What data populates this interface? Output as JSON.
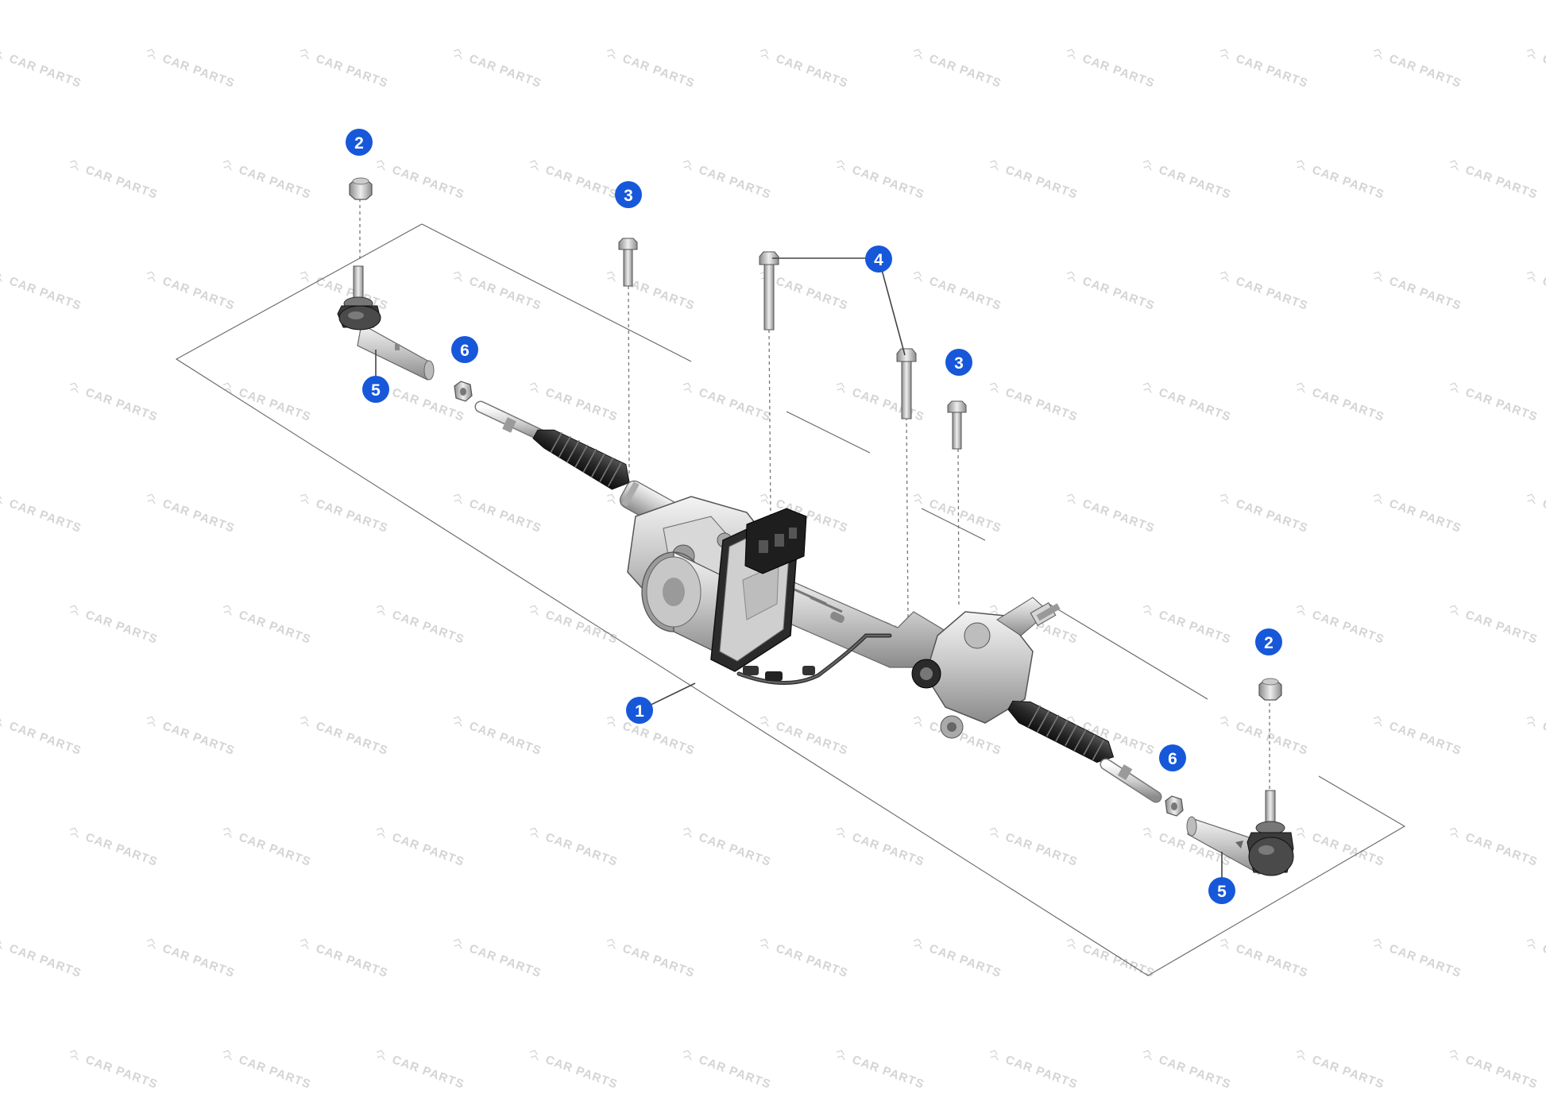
{
  "diagram": {
    "watermark_text": "CAR PARTS",
    "callout_color": "#1658d9",
    "parts": [
      {
        "id": "steering-rack-assembly",
        "callout": "1"
      },
      {
        "id": "tie-rod-end-nut-left",
        "callout": "2"
      },
      {
        "id": "tie-rod-end-nut-right",
        "callout": "2"
      },
      {
        "id": "mounting-bolt-left",
        "callout": "3"
      },
      {
        "id": "mounting-bolt-right",
        "callout": "3"
      },
      {
        "id": "mounting-bolt-long-group",
        "callout": "4"
      },
      {
        "id": "tie-rod-end-left",
        "callout": "5"
      },
      {
        "id": "tie-rod-end-right",
        "callout": "5"
      },
      {
        "id": "lock-nut-left",
        "callout": "6"
      },
      {
        "id": "lock-nut-right",
        "callout": "6"
      }
    ]
  }
}
